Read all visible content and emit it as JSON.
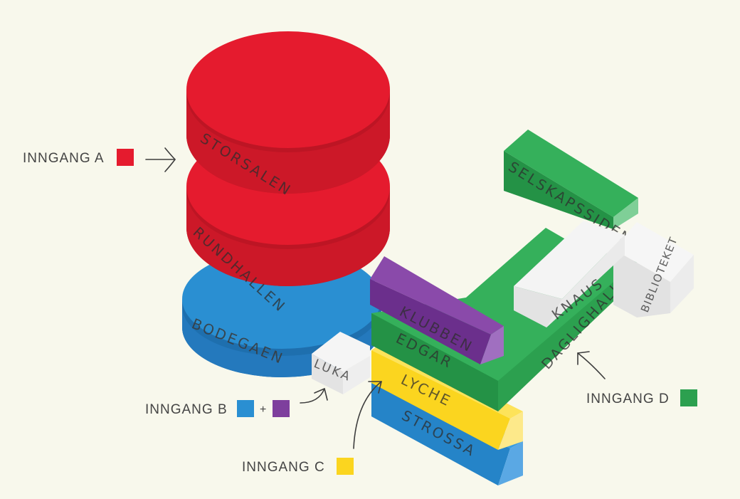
{
  "colors": {
    "red": "#e51b2e",
    "blue": "#2a8fd2",
    "yellow": "#fbd51f",
    "purple": "#7e3f9d",
    "green": "#2ca04f",
    "white": "#eeeeee",
    "background": "#f8f8ec"
  },
  "rooms": {
    "storsalen": "STORSALEN",
    "rundhallen": "RUNDHALLEN",
    "bodegaen": "BODEGAEN",
    "luka": "LUKA",
    "klubben": "KLUBBEN",
    "edgar": "EDGAR",
    "lyche": "LYCHE",
    "strossa": "STROSSA",
    "selskapssiden": "SELSKAPSSIDEN",
    "knaus": "KNAUS",
    "daglighallen": "DAGLIGHALLEN",
    "biblioteket": "BIBLIOTEKET"
  },
  "entrances": {
    "a": {
      "label": "INNGANG A",
      "color": "red"
    },
    "b": {
      "label": "INNGANG B",
      "plus": "+",
      "colors": [
        "blue",
        "purple"
      ]
    },
    "c": {
      "label": "INNGANG C",
      "color": "yellow"
    },
    "d": {
      "label": "INNGANG D",
      "color": "green"
    }
  }
}
